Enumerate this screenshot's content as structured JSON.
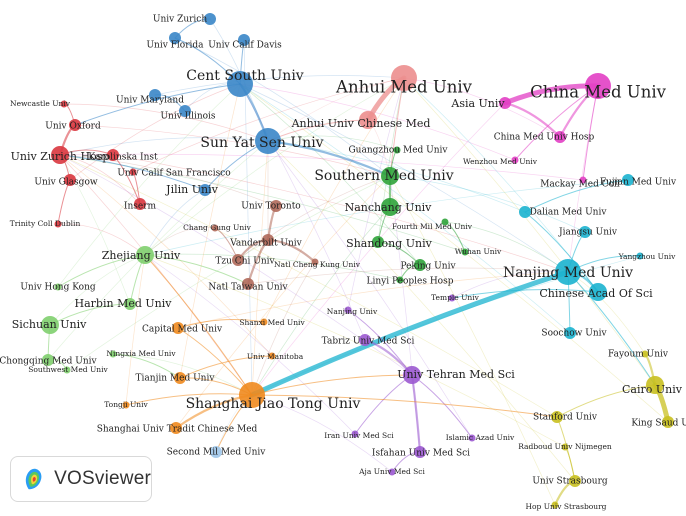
{
  "logo": {
    "name": "VOSviewer",
    "icon": "vosviewer-logo-icon"
  },
  "clusters": {
    "red": "#d9363e",
    "blue": "#3a86c8",
    "pink": "#e23fc4",
    "salmon": "#ec8e8e",
    "green": "#2fa33a",
    "cyan": "#1bb3cf",
    "brown": "#b0695a",
    "lightgreen": "#7fcf6e",
    "orange": "#f08a1e",
    "purple": "#9b59d0",
    "yellow": "#c9c020",
    "lightblue": "#9ec6ea"
  },
  "nodes": [
    {
      "id": "univ-zurich",
      "label": "Univ Zurich",
      "cluster": "blue",
      "weight": 1
    },
    {
      "id": "univ-florida",
      "label": "Univ Florida",
      "cluster": "blue",
      "weight": 1
    },
    {
      "id": "univ-calif-davis",
      "label": "Univ Calif Davis",
      "cluster": "blue",
      "weight": 1
    },
    {
      "id": "cent-south-univ",
      "label": "Cent South Univ",
      "cluster": "blue",
      "weight": 3
    },
    {
      "id": "univ-maryland",
      "label": "Univ Maryland",
      "cluster": "blue",
      "weight": 1
    },
    {
      "id": "univ-illinois",
      "label": "Univ Illinois",
      "cluster": "blue",
      "weight": 1
    },
    {
      "id": "sun-yat-sen-univ",
      "label": "Sun Yat Sen Univ",
      "cluster": "blue",
      "weight": 3
    },
    {
      "id": "jilin-univ",
      "label": "Jilin Univ",
      "cluster": "blue",
      "weight": 1
    },
    {
      "id": "anhui-med-univ",
      "label": "Anhui Med Univ",
      "cluster": "salmon",
      "weight": 3
    },
    {
      "id": "anhui-univ-chinese-med",
      "label": "Anhui Univ Chinese Med",
      "cluster": "salmon",
      "weight": 2
    },
    {
      "id": "asia-univ",
      "label": "Asia Univ",
      "cluster": "pink",
      "weight": 1
    },
    {
      "id": "china-med-univ",
      "label": "China Med Univ",
      "cluster": "pink",
      "weight": 3
    },
    {
      "id": "china-med-univ-hosp",
      "label": "China Med Univ Hosp",
      "cluster": "pink",
      "weight": 1
    },
    {
      "id": "wenzhou-med-univ",
      "label": "Wenzhou Med Univ",
      "cluster": "pink",
      "weight": 0
    },
    {
      "id": "mackay-med-coll",
      "label": "Mackay Med Coll",
      "cluster": "pink",
      "weight": 0
    },
    {
      "id": "fujian-med-univ",
      "label": "Fujian Med Univ",
      "cluster": "cyan",
      "weight": 1
    },
    {
      "id": "newcastle-univ",
      "label": "Newcastle Univ",
      "cluster": "red",
      "weight": 0
    },
    {
      "id": "univ-oxford",
      "label": "Univ Oxford",
      "cluster": "red",
      "weight": 1
    },
    {
      "id": "univ-zurich-hosp",
      "label": "Univ Zurich Hosp",
      "cluster": "red",
      "weight": 2
    },
    {
      "id": "karolinska-inst",
      "label": "Karolinska Inst",
      "cluster": "red",
      "weight": 1
    },
    {
      "id": "univ-calif-san-francisco",
      "label": "Univ Calif San Francisco",
      "cluster": "red",
      "weight": 0
    },
    {
      "id": "univ-glasgow",
      "label": "Univ Glasgow",
      "cluster": "red",
      "weight": 1
    },
    {
      "id": "inserm",
      "label": "Inserm",
      "cluster": "red",
      "weight": 1
    },
    {
      "id": "trinity-coll-dublin",
      "label": "Trinity Coll Dublin",
      "cluster": "red",
      "weight": 0
    },
    {
      "id": "guangzhou-med-univ",
      "label": "Guangzhou Med Univ",
      "cluster": "green",
      "weight": 0
    },
    {
      "id": "southern-med-univ",
      "label": "Southern Med Univ",
      "cluster": "green",
      "weight": 2
    },
    {
      "id": "nanchang-univ",
      "label": "Nanchang Univ",
      "cluster": "green",
      "weight": 2
    },
    {
      "id": "fourth-mil-med-univ",
      "label": "Fourth Mil Med Univ",
      "cluster": "green",
      "weight": 0
    },
    {
      "id": "shandong-univ",
      "label": "Shandong Univ",
      "cluster": "green",
      "weight": 1
    },
    {
      "id": "peking-univ",
      "label": "Peking Univ",
      "cluster": "green",
      "weight": 1
    },
    {
      "id": "wuhan-univ",
      "label": "Wuhan Univ",
      "cluster": "green",
      "weight": 0
    },
    {
      "id": "linyi-peoples-hosp",
      "label": "Linyi Peoples Hosp",
      "cluster": "green",
      "weight": 0
    },
    {
      "id": "dalian-med-univ",
      "label": "Dalian Med Univ",
      "cluster": "cyan",
      "weight": 1
    },
    {
      "id": "jiangsu-univ",
      "label": "Jiangsu Univ",
      "cluster": "cyan",
      "weight": 1
    },
    {
      "id": "yangzhou-univ",
      "label": "Yangzhou Univ",
      "cluster": "cyan",
      "weight": 0
    },
    {
      "id": "nanjing-med-univ",
      "label": "Nanjing Med Univ",
      "cluster": "cyan",
      "weight": 3
    },
    {
      "id": "chinese-acad-of-sci",
      "label": "Chinese Acad Of Sci",
      "cluster": "cyan",
      "weight": 2
    },
    {
      "id": "soochow-univ",
      "label": "Soochow Univ",
      "cluster": "cyan",
      "weight": 1
    },
    {
      "id": "univ-toronto",
      "label": "Univ Toronto",
      "cluster": "brown",
      "weight": 1
    },
    {
      "id": "chang-gung-univ",
      "label": "Chang Gung Univ",
      "cluster": "brown",
      "weight": 0
    },
    {
      "id": "vanderbilt-univ",
      "label": "Vanderbilt Univ",
      "cluster": "brown",
      "weight": 1
    },
    {
      "id": "tzu-chi-univ",
      "label": "Tzu Chi Univ",
      "cluster": "brown",
      "weight": 1
    },
    {
      "id": "natl-cheng-kung-univ",
      "label": "Natl Cheng Kung Univ",
      "cluster": "brown",
      "weight": 0
    },
    {
      "id": "natl-taiwan-univ",
      "label": "Natl Taiwan Univ",
      "cluster": "brown",
      "weight": 1
    },
    {
      "id": "zhejiang-univ",
      "label": "Zhejiang Univ",
      "cluster": "lightgreen",
      "weight": 2
    },
    {
      "id": "univ-hong-kong",
      "label": "Univ Hong Kong",
      "cluster": "lightgreen",
      "weight": 0
    },
    {
      "id": "harbin-med-univ",
      "label": "Harbin Med Univ",
      "cluster": "lightgreen",
      "weight": 1
    },
    {
      "id": "sichuan-univ",
      "label": "Sichuan Univ",
      "cluster": "lightgreen",
      "weight": 2
    },
    {
      "id": "chongqing-med-univ",
      "label": "Chongqing Med Univ",
      "cluster": "lightgreen",
      "weight": 1
    },
    {
      "id": "southwest-med-univ",
      "label": "Southwest Med Univ",
      "cluster": "lightgreen",
      "weight": 0
    },
    {
      "id": "ningxia-med-univ",
      "label": "Ningxia Med Univ",
      "cluster": "lightgreen",
      "weight": 0
    },
    {
      "id": "capital-med-univ",
      "label": "Capital Med Univ",
      "cluster": "orange",
      "weight": 1
    },
    {
      "id": "shanxi-med-univ",
      "label": "Shanxi Med Univ",
      "cluster": "orange",
      "weight": 0
    },
    {
      "id": "tianjin-med-univ",
      "label": "Tianjin Med Univ",
      "cluster": "orange",
      "weight": 1
    },
    {
      "id": "univ-manitoba",
      "label": "Univ Manitoba",
      "cluster": "orange",
      "weight": 0
    },
    {
      "id": "tongji-univ",
      "label": "Tongji Univ",
      "cluster": "orange",
      "weight": 0
    },
    {
      "id": "shanghai-jiao-tong-univ",
      "label": "Shanghai Jiao Tong Univ",
      "cluster": "orange",
      "weight": 3
    },
    {
      "id": "shanghai-univ-tradit-chinese-med",
      "label": "Shanghai Univ Tradit Chinese Med",
      "cluster": "orange",
      "weight": 1
    },
    {
      "id": "second-mil-med-univ",
      "label": "Second Mil Med Univ",
      "cluster": "lightblue",
      "weight": 1
    },
    {
      "id": "temple-univ",
      "label": "Temple Univ",
      "cluster": "purple",
      "weight": 0
    },
    {
      "id": "nanjing-univ",
      "label": "Nanjing Univ",
      "cluster": "purple",
      "weight": 0
    },
    {
      "id": "tabriz-univ-med-sci",
      "label": "Tabriz Univ Med Sci",
      "cluster": "purple",
      "weight": 1
    },
    {
      "id": "univ-tehran-med-sci",
      "label": "Univ Tehran Med Sci",
      "cluster": "purple",
      "weight": 2
    },
    {
      "id": "iran-univ-med-sci",
      "label": "Iran Univ Med Sci",
      "cluster": "purple",
      "weight": 0
    },
    {
      "id": "islamic-azad-univ",
      "label": "Islamic Azad Univ",
      "cluster": "purple",
      "weight": 0
    },
    {
      "id": "isfahan-univ-med-sci",
      "label": "Isfahan Univ Med Sci",
      "cluster": "purple",
      "weight": 1
    },
    {
      "id": "aja-univ-med-sci",
      "label": "Aja Univ Med Sci",
      "cluster": "purple",
      "weight": 0
    },
    {
      "id": "fayoum-univ",
      "label": "Fayoum Univ",
      "cluster": "yellow",
      "weight": 0
    },
    {
      "id": "cairo-univ",
      "label": "Cairo Univ",
      "cluster": "yellow",
      "weight": 2
    },
    {
      "id": "king-saud-univ",
      "label": "King Saud Univ",
      "cluster": "yellow",
      "weight": 1
    },
    {
      "id": "stanford-univ",
      "label": "Stanford Univ",
      "cluster": "yellow",
      "weight": 1
    },
    {
      "id": "radboud-univ-nijmegen",
      "label": "Radboud Univ Nijmegen",
      "cluster": "yellow",
      "weight": 0
    },
    {
      "id": "univ-strasbourg",
      "label": "Univ Strasbourg",
      "cluster": "yellow",
      "weight": 1
    },
    {
      "id": "hop-univ-strasbourg",
      "label": "Hop Univ Strasbourg",
      "cluster": "yellow",
      "weight": 0
    }
  ],
  "edges": [
    [
      "anhui-med-univ",
      "anhui-univ-chinese-med",
      3
    ],
    [
      "china-med-univ",
      "asia-univ",
      3
    ],
    [
      "china-med-univ",
      "china-med-univ-hosp",
      2
    ],
    [
      "asia-univ",
      "china-med-univ-hosp",
      2
    ],
    [
      "china-med-univ",
      "mackay-med-coll",
      1
    ],
    [
      "china-med-univ",
      "wenzhou-med-univ",
      1
    ],
    [
      "nanjing-med-univ",
      "shanghai-jiao-tong-univ",
      3
    ],
    [
      "nanjing-med-univ",
      "chinese-acad-of-sci",
      2
    ],
    [
      "nanjing-med-univ",
      "jiangsu-univ",
      1
    ],
    [
      "nanjing-med-univ",
      "soochow-univ",
      1
    ],
    [
      "cent-south-univ",
      "sun-yat-sen-univ",
      2
    ],
    [
      "cent-south-univ",
      "univ-florida",
      1
    ],
    [
      "cent-south-univ",
      "univ-calif-davis",
      1
    ],
    [
      "univ-zurich",
      "univ-florida",
      1
    ],
    [
      "univ-maryland",
      "univ-illinois",
      1
    ],
    [
      "sun-yat-sen-univ",
      "southern-med-univ",
      2
    ],
    [
      "sun-yat-sen-univ",
      "jilin-univ",
      1
    ],
    [
      "southern-med-univ",
      "nanchang-univ",
      2
    ],
    [
      "nanchang-univ",
      "shandong-univ",
      1
    ],
    [
      "shandong-univ",
      "peking-univ",
      1
    ],
    [
      "peking-univ",
      "linyi-peoples-hosp",
      1
    ],
    [
      "fourth-mil-med-univ",
      "wuhan-univ",
      1
    ],
    [
      "univ-oxford",
      "univ-zurich-hosp",
      2
    ],
    [
      "univ-zurich-hosp",
      "karolinska-inst",
      1
    ],
    [
      "univ-zurich-hosp",
      "univ-glasgow",
      1
    ],
    [
      "karolinska-inst",
      "inserm",
      1
    ],
    [
      "univ-glasgow",
      "trinity-coll-dublin",
      1
    ],
    [
      "newcastle-univ",
      "univ-oxford",
      1
    ],
    [
      "inserm",
      "univ-calif-san-francisco",
      1
    ],
    [
      "vanderbilt-univ",
      "univ-toronto",
      2
    ],
    [
      "vanderbilt-univ",
      "tzu-chi-univ",
      2
    ],
    [
      "vanderbilt-univ",
      "natl-cheng-kung-univ",
      2
    ],
    [
      "natl-taiwan-univ",
      "vanderbilt-univ",
      2
    ],
    [
      "chang-gung-univ",
      "tzu-chi-univ",
      1
    ],
    [
      "zhejiang-univ",
      "harbin-med-univ",
      1
    ],
    [
      "zhejiang-univ",
      "univ-hong-kong",
      1
    ],
    [
      "harbin-med-univ",
      "sichuan-univ",
      1
    ],
    [
      "sichuan-univ",
      "chongqing-med-univ",
      1
    ],
    [
      "chongqing-med-univ",
      "southwest-med-univ",
      1
    ],
    [
      "shanghai-jiao-tong-univ",
      "capital-med-univ",
      1
    ],
    [
      "shanghai-jiao-tong-univ",
      "tianjin-med-univ",
      1
    ],
    [
      "shanghai-jiao-tong-univ",
      "shanghai-univ-tradit-chinese-med",
      2
    ],
    [
      "shanghai-jiao-tong-univ",
      "tongji-univ",
      1
    ],
    [
      "shanghai-jiao-tong-univ",
      "second-mil-med-univ",
      1
    ],
    [
      "shanghai-jiao-tong-univ",
      "zhejiang-univ",
      1
    ],
    [
      "shanghai-jiao-tong-univ",
      "univ-tehran-med-sci",
      1
    ],
    [
      "univ-tehran-med-sci",
      "tabriz-univ-med-sci",
      2
    ],
    [
      "univ-tehran-med-sci",
      "isfahan-univ-med-sci",
      2
    ],
    [
      "univ-tehran-med-sci",
      "iran-univ-med-sci",
      1
    ],
    [
      "univ-tehran-med-sci",
      "islamic-azad-univ",
      1
    ],
    [
      "isfahan-univ-med-sci",
      "aja-univ-med-sci",
      1
    ],
    [
      "univ-tehran-med-sci",
      "nanjing-univ",
      1
    ],
    [
      "cairo-univ",
      "king-saud-univ",
      3
    ],
    [
      "cairo-univ",
      "fayoum-univ",
      2
    ],
    [
      "cairo-univ",
      "stanford-univ",
      1
    ],
    [
      "univ-strasbourg",
      "hop-univ-strasbourg",
      2
    ],
    [
      "univ-strasbourg",
      "radboud-univ-nijmegen",
      1
    ],
    [
      "stanford-univ",
      "univ-strasbourg",
      1
    ],
    [
      "chinese-acad-of-sci",
      "dalian-med-univ",
      1
    ],
    [
      "dalian-med-univ",
      "fujian-med-univ",
      1
    ],
    [
      "nanjing-med-univ",
      "yangzhou-univ",
      1
    ],
    [
      "anhui-med-univ",
      "southern-med-univ",
      1
    ],
    [
      "anhui-univ-chinese-med",
      "sun-yat-sen-univ",
      1
    ],
    [
      "zhejiang-univ",
      "natl-taiwan-univ",
      1
    ],
    [
      "southern-med-univ",
      "guangzhou-med-univ",
      1
    ],
    [
      "capital-med-univ",
      "shanxi-med-univ",
      1
    ],
    [
      "tianjin-med-univ",
      "univ-manitoba",
      1
    ],
    [
      "jilin-univ",
      "univ-zurich-hosp",
      1
    ],
    [
      "cent-south-univ",
      "univ-oxford",
      1
    ],
    [
      "chinese-acad-of-sci",
      "temple-univ",
      1
    ],
    [
      "nanjing-med-univ",
      "cairo-univ",
      1
    ],
    [
      "shanghai-jiao-tong-univ",
      "stanford-univ",
      1
    ],
    [
      "ningxia-med-univ",
      "tianjin-med-univ",
      1
    ]
  ]
}
